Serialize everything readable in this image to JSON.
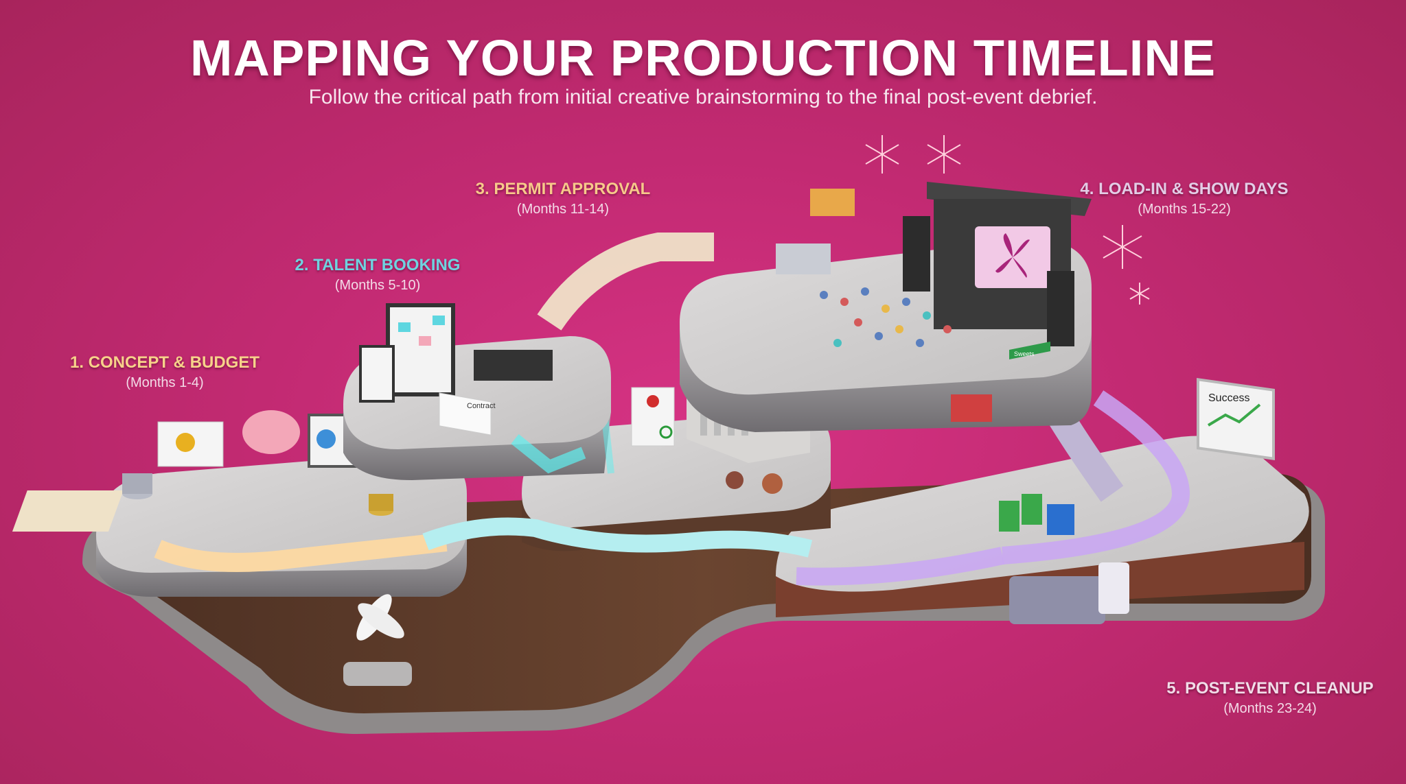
{
  "header": {
    "title": "MAPPING YOUR PRODUCTION TIMELINE",
    "subtitle": "Follow the critical path from initial creative brainstorming to the final post-event debrief."
  },
  "stages": [
    {
      "name": "1. CONCEPT & BUDGET",
      "months": "(Months 1-4)",
      "color": "#f7d28a"
    },
    {
      "name": "2. TALENT BOOKING",
      "months": "(Months 5-10)",
      "color": "#6fd3e0"
    },
    {
      "name": "3. PERMIT APPROVAL",
      "months": "(Months 11-14)",
      "color": "#f7c98a"
    },
    {
      "name": "4. LOAD-IN & SHOW DAYS",
      "months": "(Months 15-22)",
      "color": "#e3cde6"
    },
    {
      "name": "5. POST-EVENT CLEANUP",
      "months": "(Months 23-24)",
      "color": "#f1dde8"
    }
  ],
  "scene_text": {
    "contract_label": "Contract",
    "success_board": "Success",
    "entrance_sign": "Sweets"
  },
  "colors": {
    "background": "#c22a72",
    "platform_top": "#cfcdcc",
    "platform_side": "#8d8b8c",
    "wood": "#5a3a28",
    "path_glow_1": "#ffd9a0",
    "path_glow_2": "#5ff0f0",
    "path_glow_4": "#c9a6f5"
  }
}
